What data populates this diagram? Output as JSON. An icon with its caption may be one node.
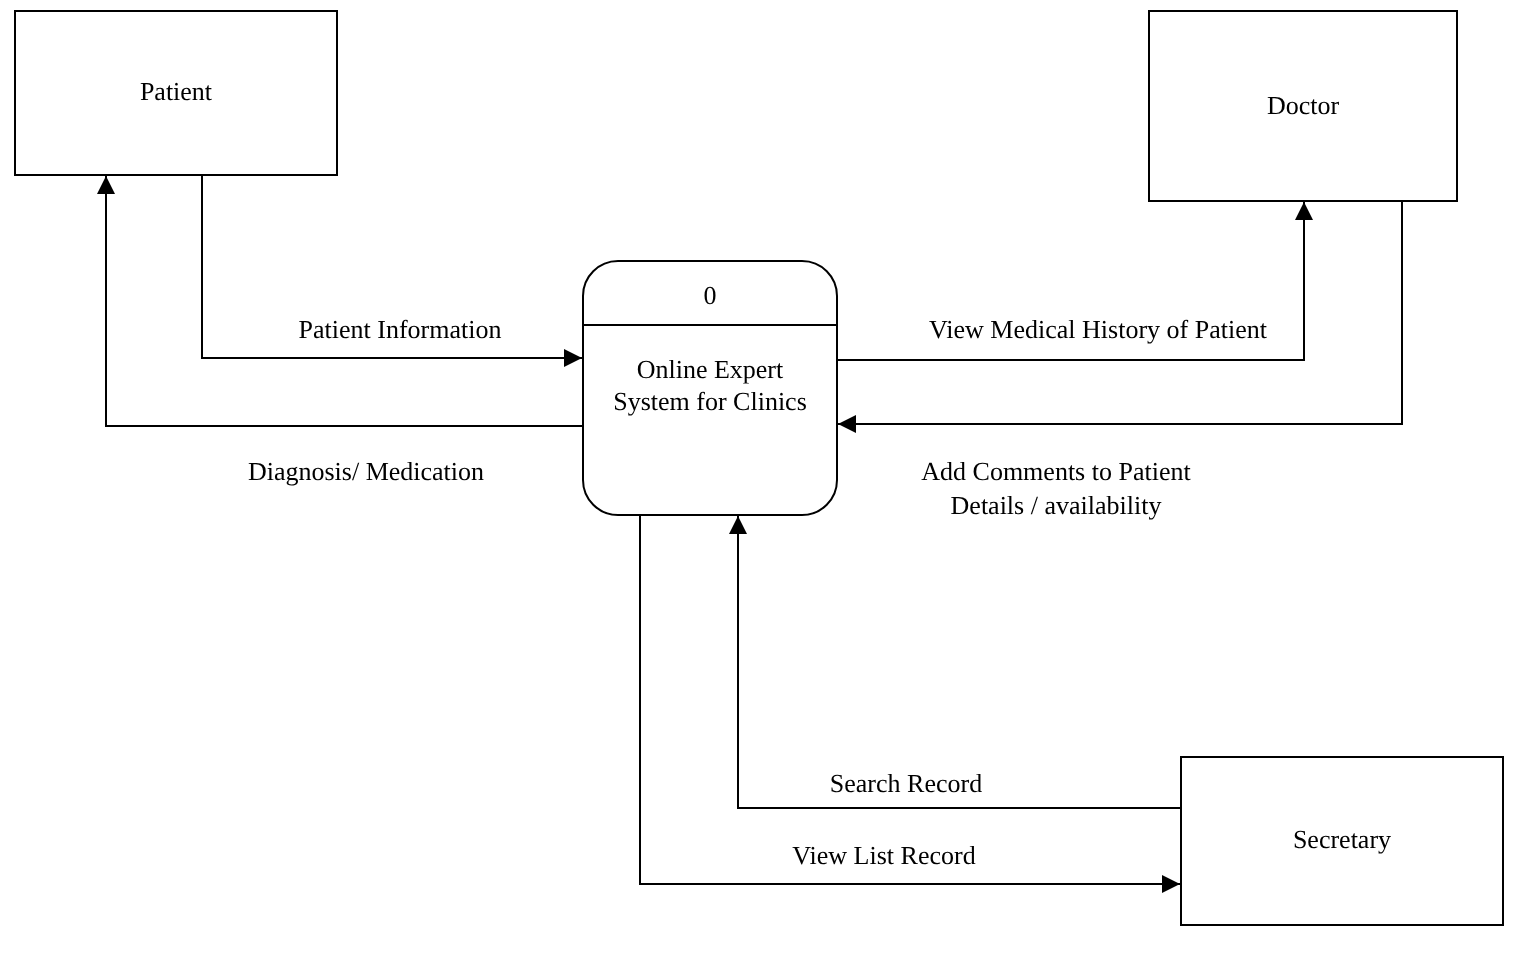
{
  "diagram": {
    "nodes": [
      {
        "text": [
          "Patient"
        ]
      },
      {
        "text": [
          "Doctor"
        ]
      },
      {
        "text": [
          "0",
          "Online Expert System for Clinics"
        ]
      },
      {
        "text": [
          "Secretary"
        ]
      }
    ],
    "edges": [
      {
        "from": 0,
        "to": 2,
        "arrow": "to",
        "label": "Patient Information"
      },
      {
        "from": 2,
        "to": 0,
        "arrow": "to",
        "label": "Diagnosis/ Medication"
      },
      {
        "from": 2,
        "to": 1,
        "arrow": "to",
        "label": "View Medical History of Patient"
      },
      {
        "from": 1,
        "to": 2,
        "arrow": "to",
        "label": "Add Comments to Patient Details / availability"
      },
      {
        "from": 3,
        "to": 2,
        "arrow": "to",
        "label": "Search Record"
      },
      {
        "from": 2,
        "to": 3,
        "arrow": "to",
        "label": "View List Record"
      }
    ]
  }
}
